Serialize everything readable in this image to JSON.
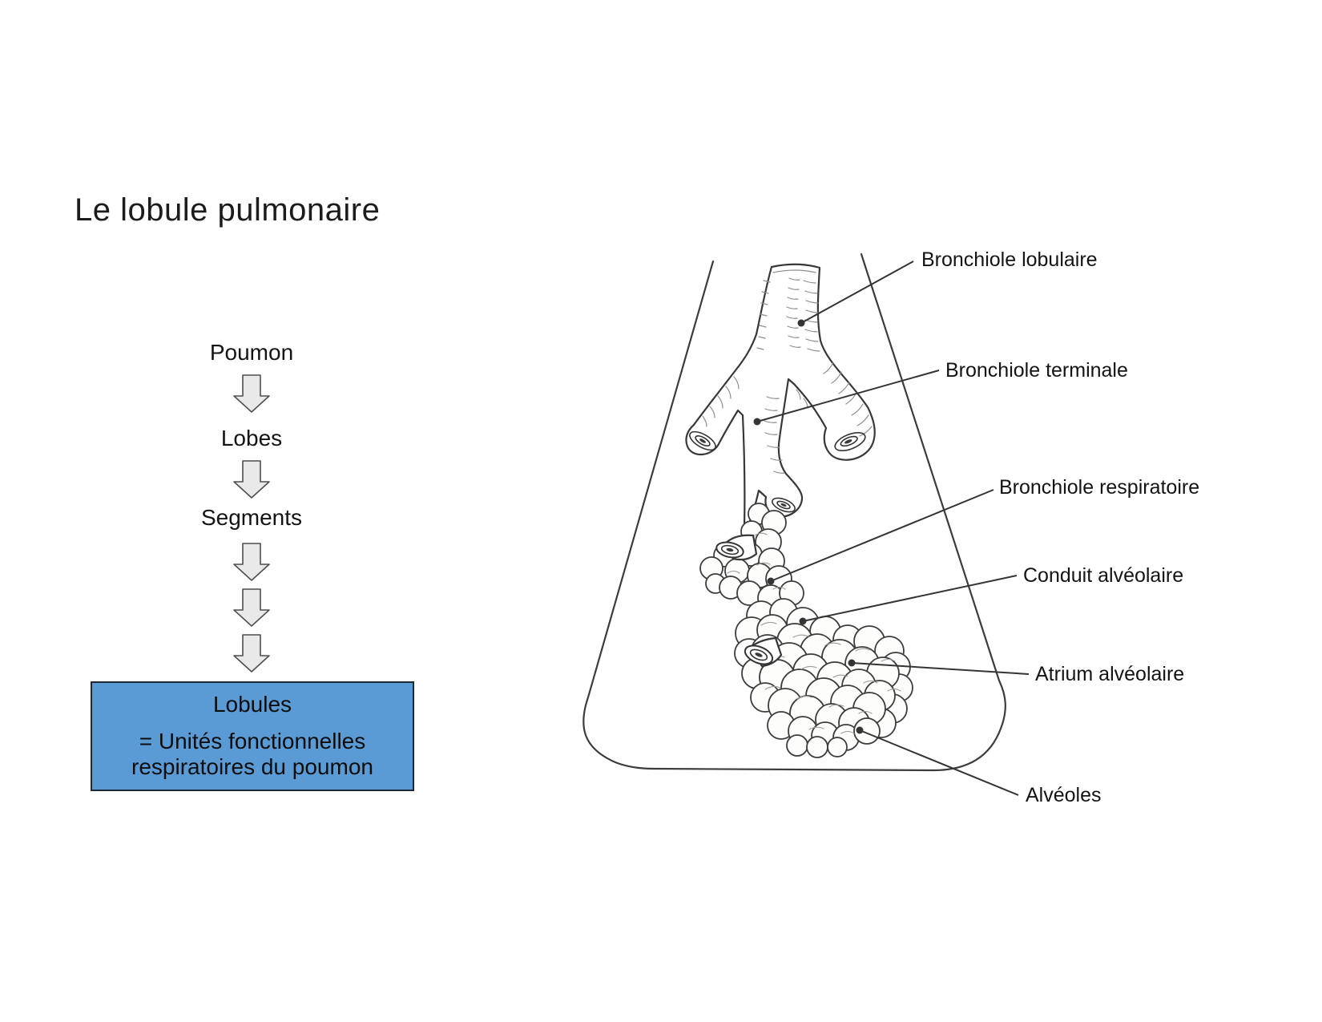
{
  "title": "Le lobule pulmonaire",
  "flowchart": {
    "nodes": [
      "Poumon",
      "Lobes",
      "Segments"
    ],
    "box": {
      "heading": "Lobules",
      "line1": "= Unités fonctionnelles",
      "line2": "respiratoires du poumon"
    }
  },
  "diagram": {
    "labels": [
      {
        "text": "Bronchiole lobulaire"
      },
      {
        "text": "Bronchiole terminale"
      },
      {
        "text": "Bronchiole respiratoire"
      },
      {
        "text": "Conduit alvéolaire"
      },
      {
        "text": "Atrium alvéolaire"
      },
      {
        "text": "Alvéoles"
      }
    ]
  },
  "colors": {
    "box-fill": "#5B9BD5",
    "box-border": "#202833",
    "arrow-fill": "#e9e9e9",
    "arrow-stroke": "#4f4f4f",
    "ink": "#343434",
    "text": "#161616"
  }
}
